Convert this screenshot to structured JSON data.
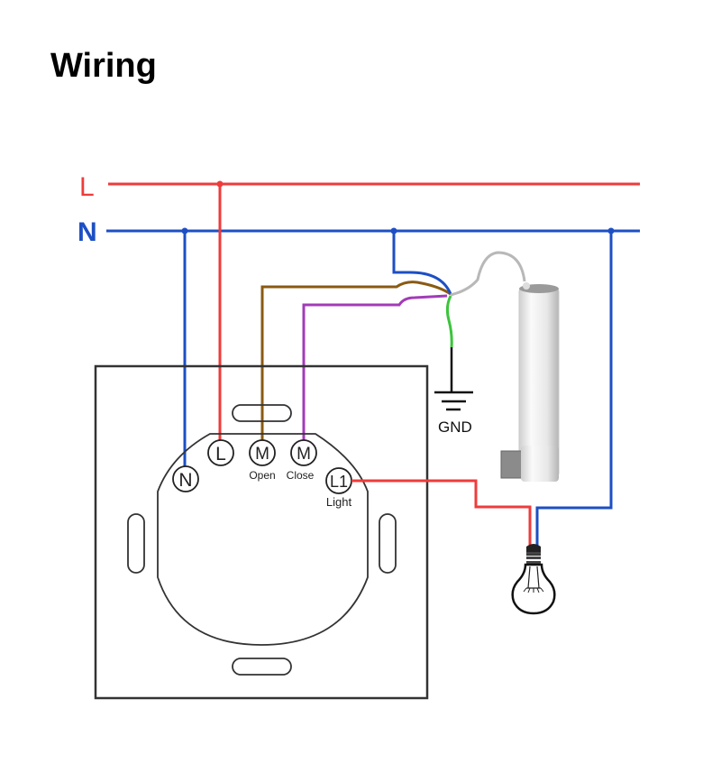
{
  "title": "Wiring",
  "colors": {
    "live": "#ef3b3b",
    "neutral": "#1d4fc4",
    "open": "#8a5a12",
    "close": "#a23cb8",
    "ground": "#3cc43c",
    "outline": "#333333"
  },
  "bus": {
    "live_label": "L",
    "neutral_label": "N"
  },
  "switch": {
    "terminals": [
      {
        "id": "N",
        "symbol": "N",
        "caption": ""
      },
      {
        "id": "L",
        "symbol": "L",
        "caption": ""
      },
      {
        "id": "M-open",
        "symbol": "M",
        "caption": "Open"
      },
      {
        "id": "M-close",
        "symbol": "M",
        "caption": "Close"
      },
      {
        "id": "L1",
        "symbol": "L1",
        "caption": "Light"
      }
    ]
  },
  "ground_label": "GND"
}
